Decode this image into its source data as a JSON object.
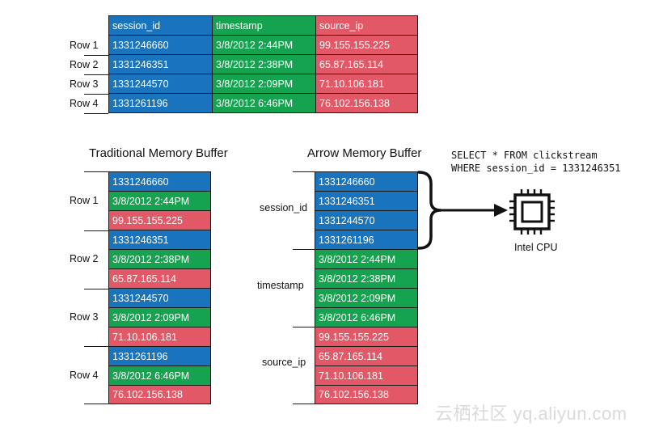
{
  "top_table": {
    "headers": [
      "session_id",
      "timestamp",
      "source_ip"
    ],
    "row_labels": [
      "Row 1",
      "Row 2",
      "Row 3",
      "Row 4"
    ],
    "rows": [
      [
        "1331246660",
        "3/8/2012 2:44PM",
        "99.155.155.225"
      ],
      [
        "1331246351",
        "3/8/2012 2:38PM",
        "65.87.165.114"
      ],
      [
        "1331244570",
        "3/8/2012 2:09PM",
        "71.10.106.181"
      ],
      [
        "1331261196",
        "3/8/2012 6:46PM",
        "76.102.156.138"
      ]
    ]
  },
  "traditional": {
    "title": "Traditional Memory Buffer",
    "row_labels": [
      "Row 1",
      "Row 2",
      "Row 3",
      "Row 4"
    ],
    "cells": [
      "1331246660",
      "3/8/2012 2:44PM",
      "99.155.155.225",
      "1331246351",
      "3/8/2012 2:38PM",
      "65.87.165.114",
      "1331244570",
      "3/8/2012 2:09PM",
      "71.10.106.181",
      "1331261196",
      "3/8/2012 6:46PM",
      "76.102.156.138"
    ]
  },
  "arrow": {
    "title": "Arrow Memory Buffer",
    "group_labels": [
      "session_id",
      "timestamp",
      "source_ip"
    ],
    "cells": [
      "1331246660",
      "1331246351",
      "1331244570",
      "1331261196",
      "3/8/2012 2:44PM",
      "3/8/2012 2:38PM",
      "3/8/2012 2:09PM",
      "3/8/2012 6:46PM",
      "99.155.155.225",
      "65.87.165.114",
      "71.10.106.181",
      "76.102.156.138"
    ]
  },
  "query": {
    "line1": "SELECT * FROM clickstream",
    "line2": "WHERE session_id = 1331246351"
  },
  "cpu": {
    "label": "Intel CPU",
    "icon": "cpu-chip-icon"
  },
  "watermark": "云栖社区 yq.aliyun.com",
  "colors": {
    "session_id": "#1a73bd",
    "timestamp": "#16a34f",
    "source_ip": "#e35866"
  }
}
